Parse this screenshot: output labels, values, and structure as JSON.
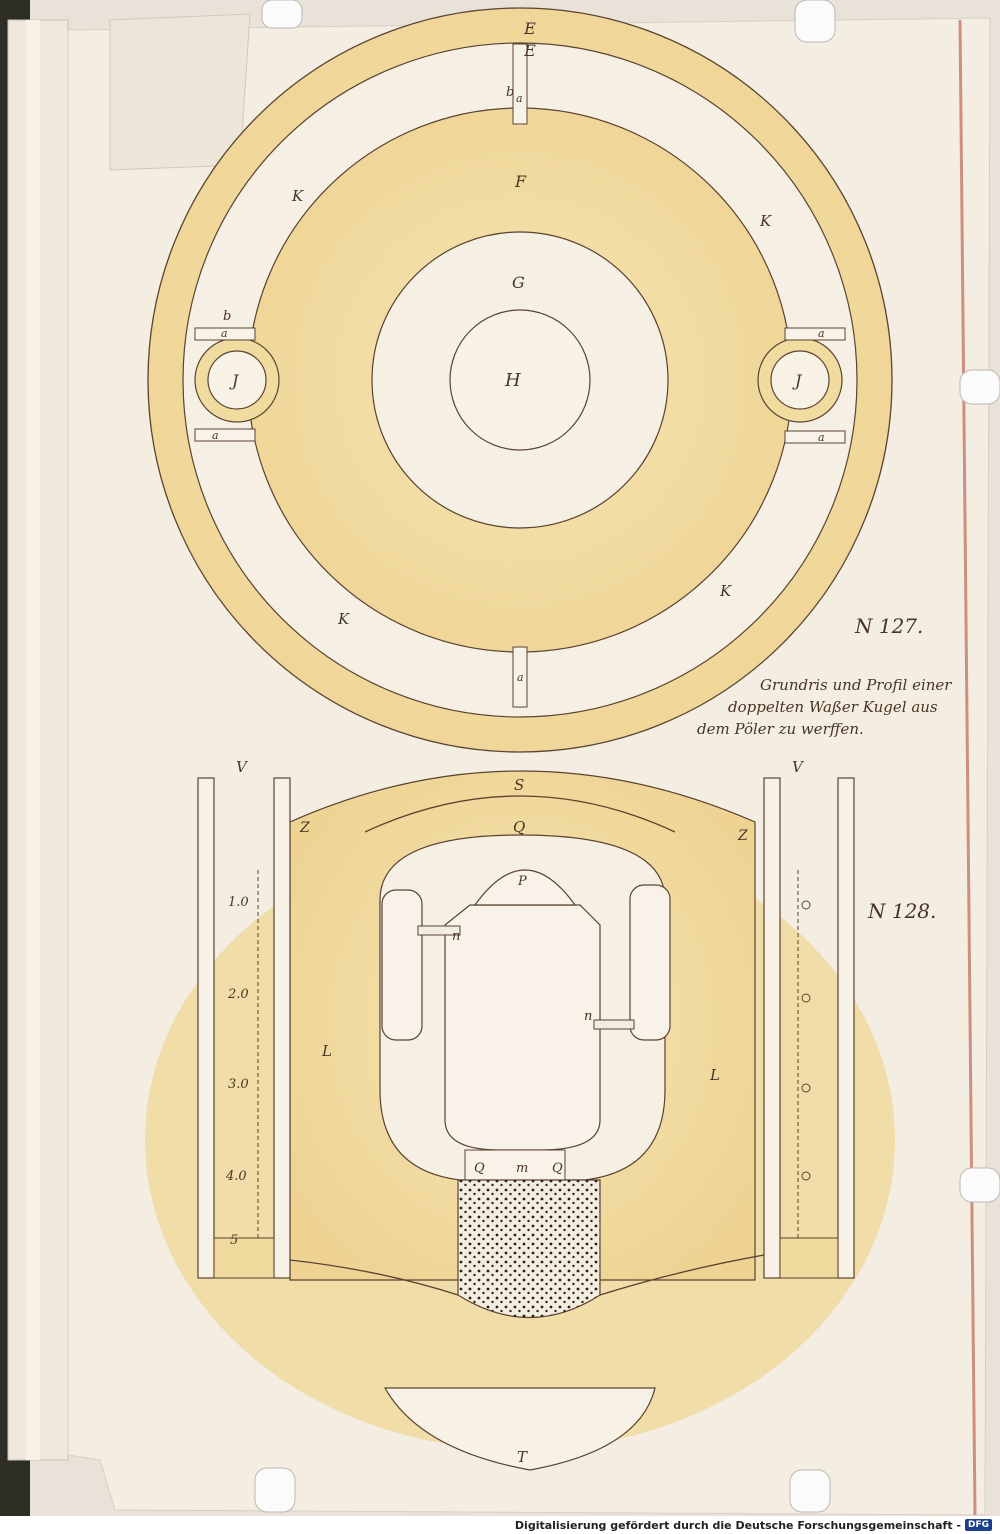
{
  "plate_upper": {
    "number": "N 127.",
    "caption": [
      "Grundris und Profil einer",
      "doppelten Waßer Kugel aus",
      "dem Pöler zu werffen."
    ],
    "labels": {
      "E": "E",
      "F": "F",
      "G": "G",
      "H": "H",
      "J": "J",
      "K": "K",
      "a": "a",
      "b": "b"
    }
  },
  "plate_lower": {
    "number": "N 128.",
    "labels": {
      "V": "V",
      "S": "S",
      "Z": "Z",
      "Q": "Q",
      "P": "P",
      "n": "n",
      "L": "L",
      "m": "m",
      "T": "T"
    },
    "scale_marks": [
      "1.0",
      "2.0",
      "3.0",
      "4.0",
      "5"
    ]
  },
  "footer": {
    "credit": "Digitalisierung gefördert durch die Deutsche Forschungsgemeinschaft -",
    "logo": "DFG"
  },
  "colors": {
    "paper": "#f3ece1",
    "wash": "#f1dca0",
    "ink": "#5a4330"
  }
}
